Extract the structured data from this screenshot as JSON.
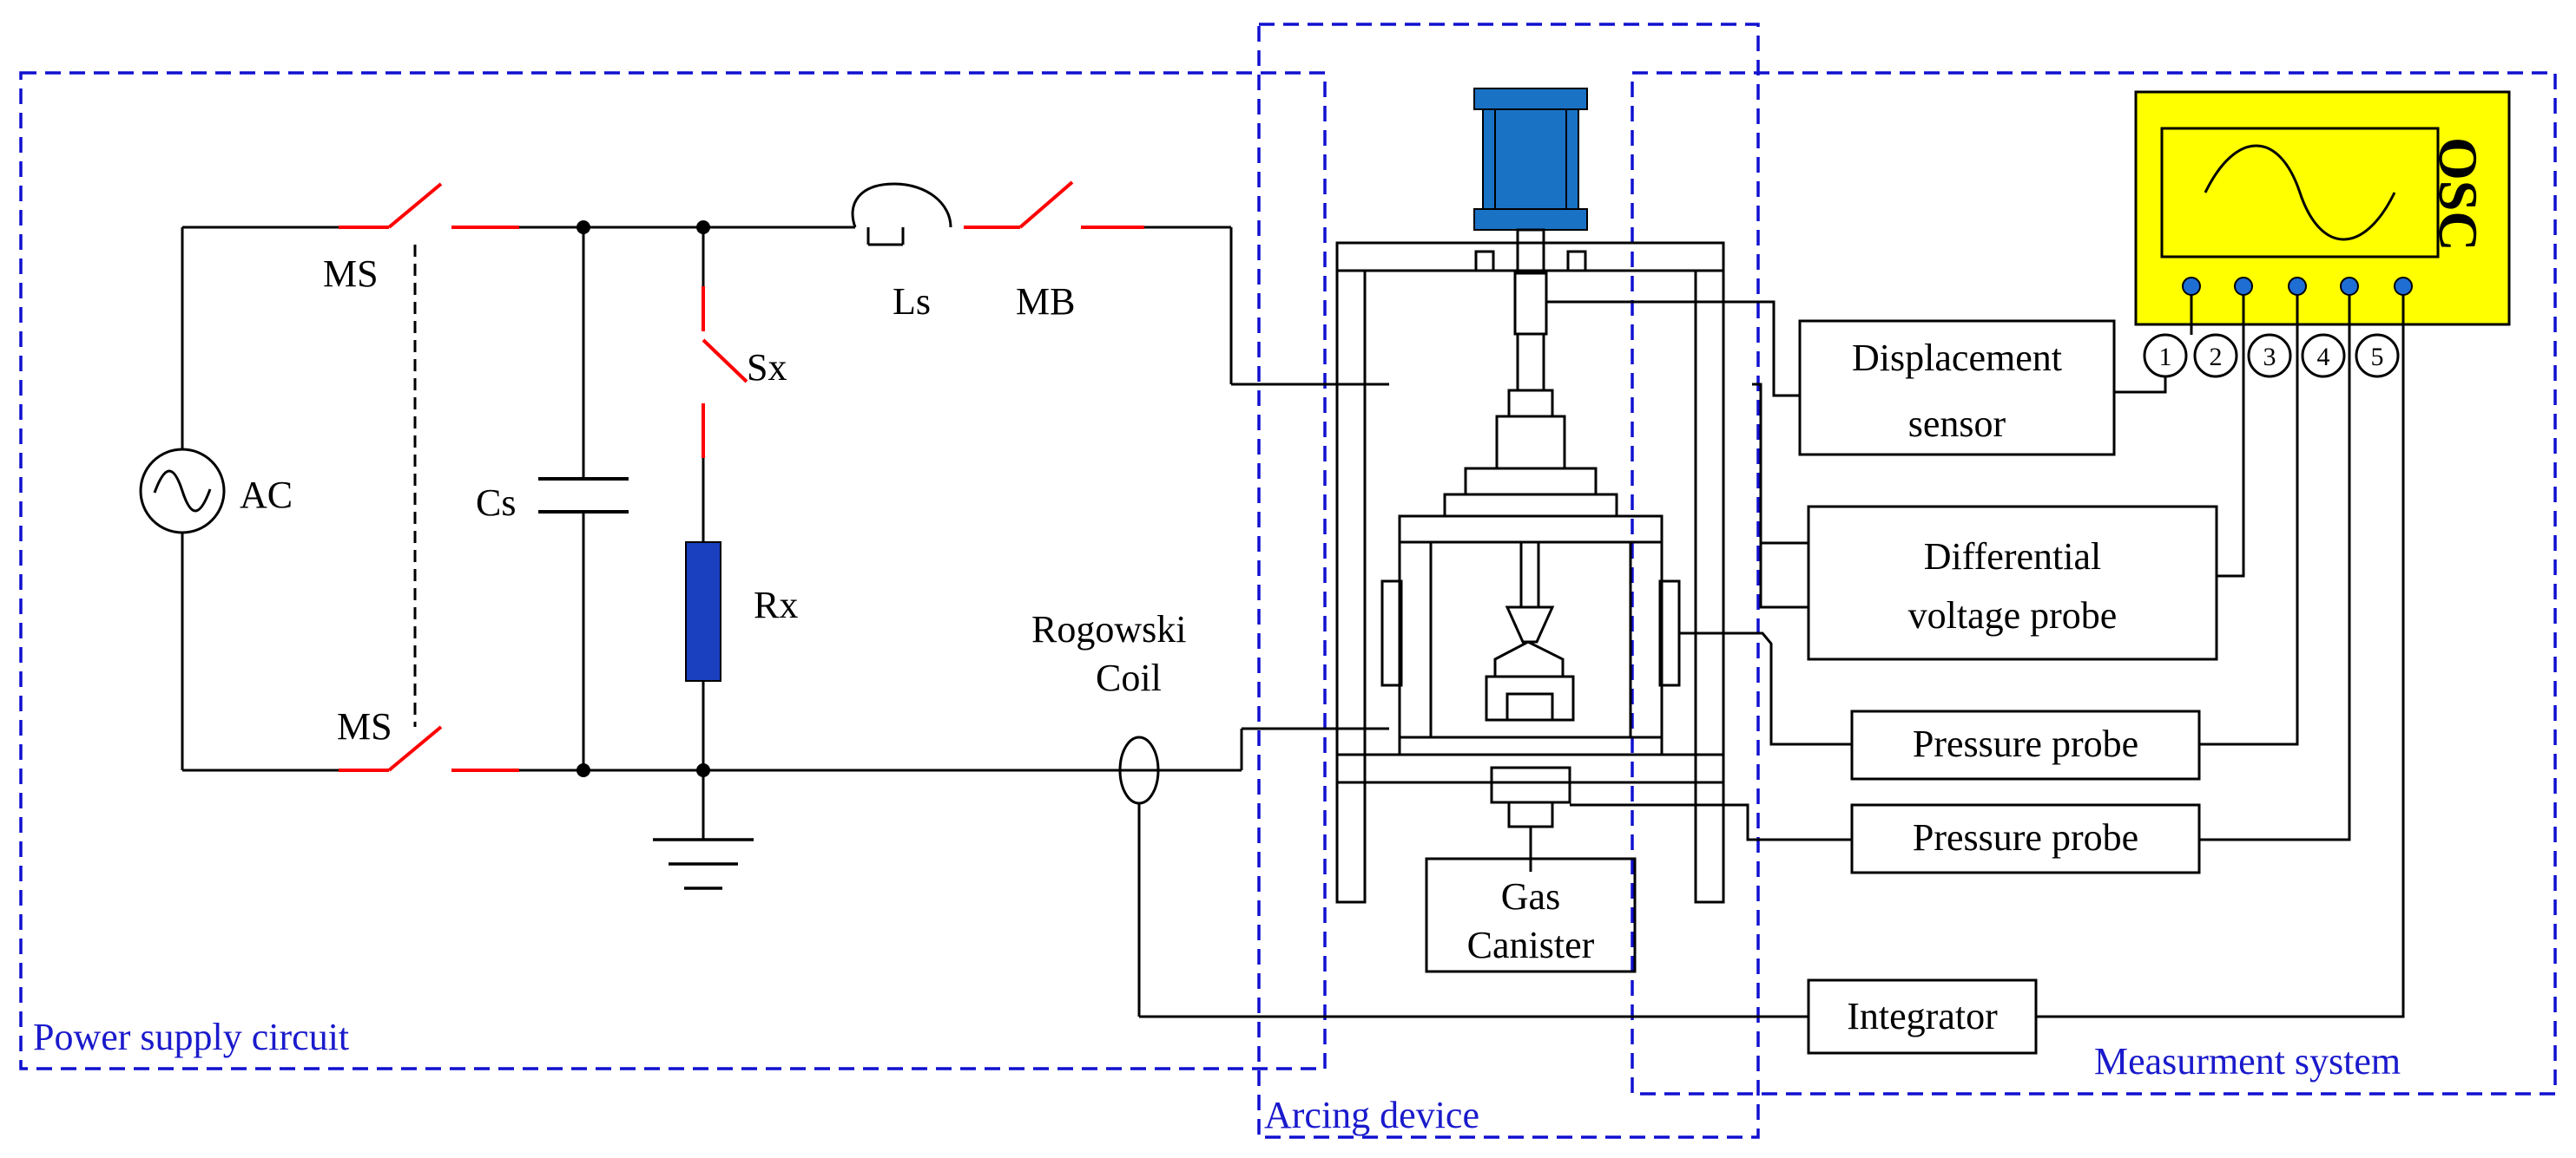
{
  "colors": {
    "region_border": "#1010d0",
    "region_text": "#1a1acc",
    "switch_contact": "#ff0000",
    "resistor": "#1a3fbf",
    "cylinder": "#1a72c4",
    "osc_body": "#ffff00",
    "channel_dot": "#1e6ed4"
  },
  "regions": {
    "power": "Power supply circuit",
    "arcing": "Arcing device",
    "measurement": "Measurment system"
  },
  "components": {
    "ac": "AC",
    "ms_top": "MS",
    "ms_bottom": "MS",
    "cs": "Cs",
    "sx": "Sx",
    "rx": "Rx",
    "ls": "Ls",
    "mb": "MB",
    "rogowski_line1": "Rogowski",
    "rogowski_line2": "Coil",
    "gas_line1": "Gas",
    "gas_line2": "Canister"
  },
  "instruments": {
    "displacement_line1": "Displacement",
    "displacement_line2": "sensor",
    "diff_line1": "Differential",
    "diff_line2": "voltage probe",
    "pressure1": "Pressure probe",
    "pressure2": "Pressure probe",
    "integrator": "Integrator"
  },
  "oscilloscope": {
    "label": "OSC",
    "channels": [
      "1",
      "2",
      "3",
      "4",
      "5"
    ]
  }
}
